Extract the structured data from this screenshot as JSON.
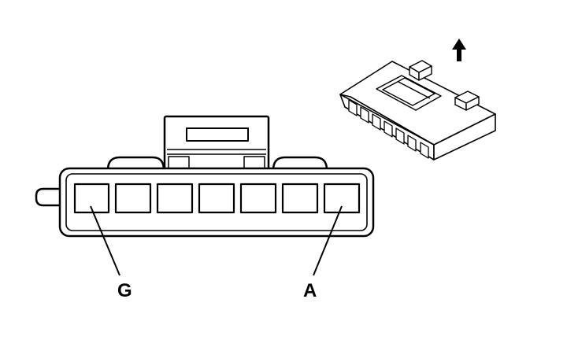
{
  "connector": {
    "cavity_count": 7,
    "label_left": "G",
    "label_right": "A"
  },
  "icons": {
    "orientation": "up-arrow-icon"
  }
}
